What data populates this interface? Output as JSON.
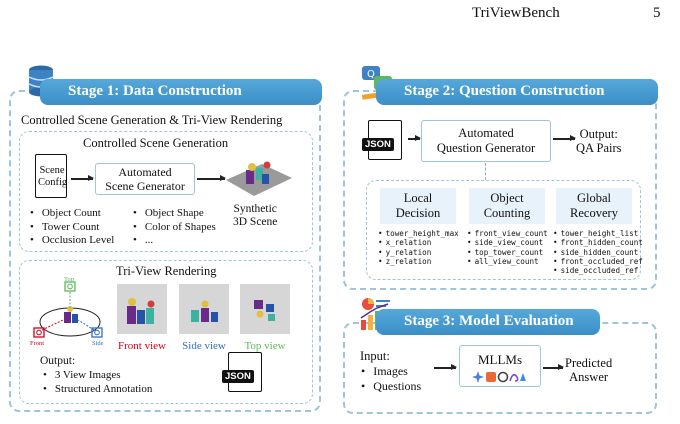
{
  "header": {
    "running_title": "TriViewBench",
    "page_number": "5"
  },
  "stage1": {
    "title": "Stage 1: Data Construction",
    "subtitle": "Controlled Scene Generation & Tri-View Rendering",
    "generation": {
      "title": "Controlled Scene Generation",
      "config_label": [
        "Scene",
        "Config"
      ],
      "generator_label": [
        "Automated",
        "Scene Generator"
      ],
      "output_label": [
        "Synthetic",
        "3D Scene"
      ],
      "params_left": [
        "Object Count",
        "Tower Count",
        "Occlusion Level"
      ],
      "params_right": [
        "Object Shape",
        "Color of Shapes",
        "..."
      ]
    },
    "rendering": {
      "title": "Tri-View Rendering",
      "camera_labels": {
        "top": "Top",
        "front": "Front",
        "side": "Side"
      },
      "views": [
        {
          "label": "Front view",
          "color": "#d0021b"
        },
        {
          "label": "Side view",
          "color": "#2f6fc4"
        },
        {
          "label": "Top view",
          "color": "#5cb85c"
        }
      ],
      "output_title": "Output:",
      "output_items": [
        "3 View Images",
        "Structured Annotation"
      ],
      "json_tag": "JSON"
    }
  },
  "stage2": {
    "title": "Stage 2: Question Construction",
    "json_tag": "JSON",
    "generator_label": [
      "Automated",
      "Question Generator"
    ],
    "output_label": [
      "Output:",
      "QA Pairs"
    ],
    "columns": [
      {
        "title": [
          "Local",
          "Decision"
        ],
        "items": [
          "tower_height_max",
          "x_relation",
          "y_relation",
          "z_relation"
        ]
      },
      {
        "title": [
          "Object",
          "Counting"
        ],
        "items": [
          "front_view_count",
          "side_view_count",
          "top_tower_count",
          "all_view_count"
        ]
      },
      {
        "title": [
          "Global",
          "Recovery"
        ],
        "items": [
          "tower_height_list",
          "front_hidden_count",
          "side_hidden_count",
          "front_occluded_ref",
          "side_occluded_ref"
        ]
      }
    ]
  },
  "stage3": {
    "title": "Stage 3: Model Evaluation",
    "input_title": "Input:",
    "input_items": [
      "Images",
      "Questions"
    ],
    "model_label": "MLLMs",
    "output_label": [
      "Predicted",
      "Answer"
    ]
  },
  "colors": {
    "accent": "#4aa3d9",
    "panel_border": "#9ec5d8",
    "box_fill": "#e7f2fa"
  }
}
